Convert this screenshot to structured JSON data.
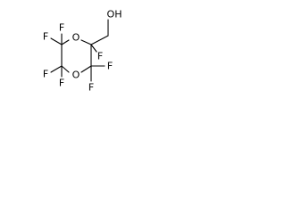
{
  "molecule": {
    "atom_labels": {
      "f1": "F",
      "f2": "F",
      "f3": "F",
      "f4": "F",
      "f5": "F",
      "f6": "F",
      "f7": "F",
      "o1": "O",
      "o2": "O",
      "oh": "OH"
    },
    "bond_color": "#000000",
    "text_color": "#000000"
  }
}
